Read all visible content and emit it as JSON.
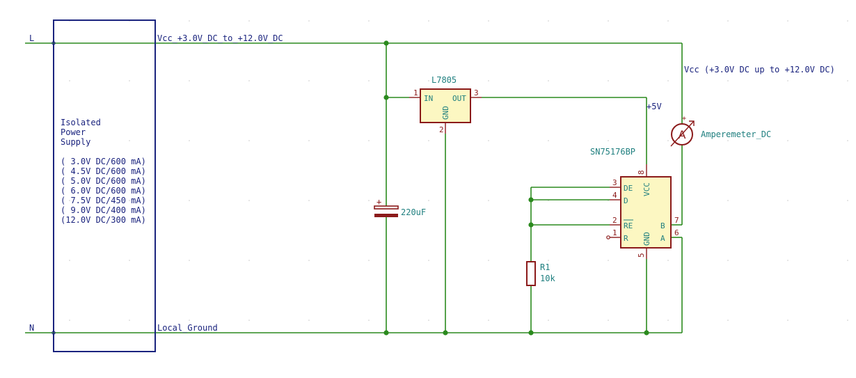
{
  "supply": {
    "pin_l": "L",
    "pin_n": "N",
    "title_lines": [
      "Isolated",
      "Power",
      "Supply"
    ],
    "ratings": [
      "( 3.0V DC/600 mA)",
      "( 4.5V DC/600 mA)",
      "( 5.0V DC/600 mA)",
      "( 6.0V DC/600 mA)",
      "( 7.5V DC/450 mA)",
      "( 9.0V DC/400 mA)",
      "(12.0V DC/300 mA)"
    ]
  },
  "nets": {
    "vcc_label": "Vcc_+3.0V_DC_to_+12.0V_DC",
    "gnd_label": "Local_Ground",
    "plus5v": "+5V",
    "vcc_note": "Vcc (+3.0V DC up to +12.0V DC)"
  },
  "regulator": {
    "name": "L7805",
    "pin_in": "IN",
    "pin_out": "OUT",
    "pin_gnd": "GND",
    "num_in": "1",
    "num_out": "3",
    "num_gnd": "2"
  },
  "capacitor": {
    "value": "220uF",
    "polarity": "+"
  },
  "resistor": {
    "ref": "R1",
    "value": "10k"
  },
  "transceiver": {
    "name": "SN75176BP",
    "pins": {
      "de": "DE",
      "d": "D",
      "re": "RE",
      "r": "R",
      "vcc": "VCC",
      "gnd": "GND",
      "b": "B",
      "a": "A"
    },
    "nums": {
      "de": "3",
      "d": "4",
      "re": "2",
      "r": "1",
      "vcc": "8",
      "gnd": "5",
      "b": "7",
      "a": "6"
    }
  },
  "ammeter": {
    "symbol": "A",
    "name": "Amperemeter_DC",
    "plus": "+"
  },
  "colors": {
    "wire": "#2b8a1e",
    "component": "#8b1a1a",
    "component_fill": "#fcf7c2",
    "net_label": "#1a237e",
    "ref_label": "#1f7f7f"
  }
}
